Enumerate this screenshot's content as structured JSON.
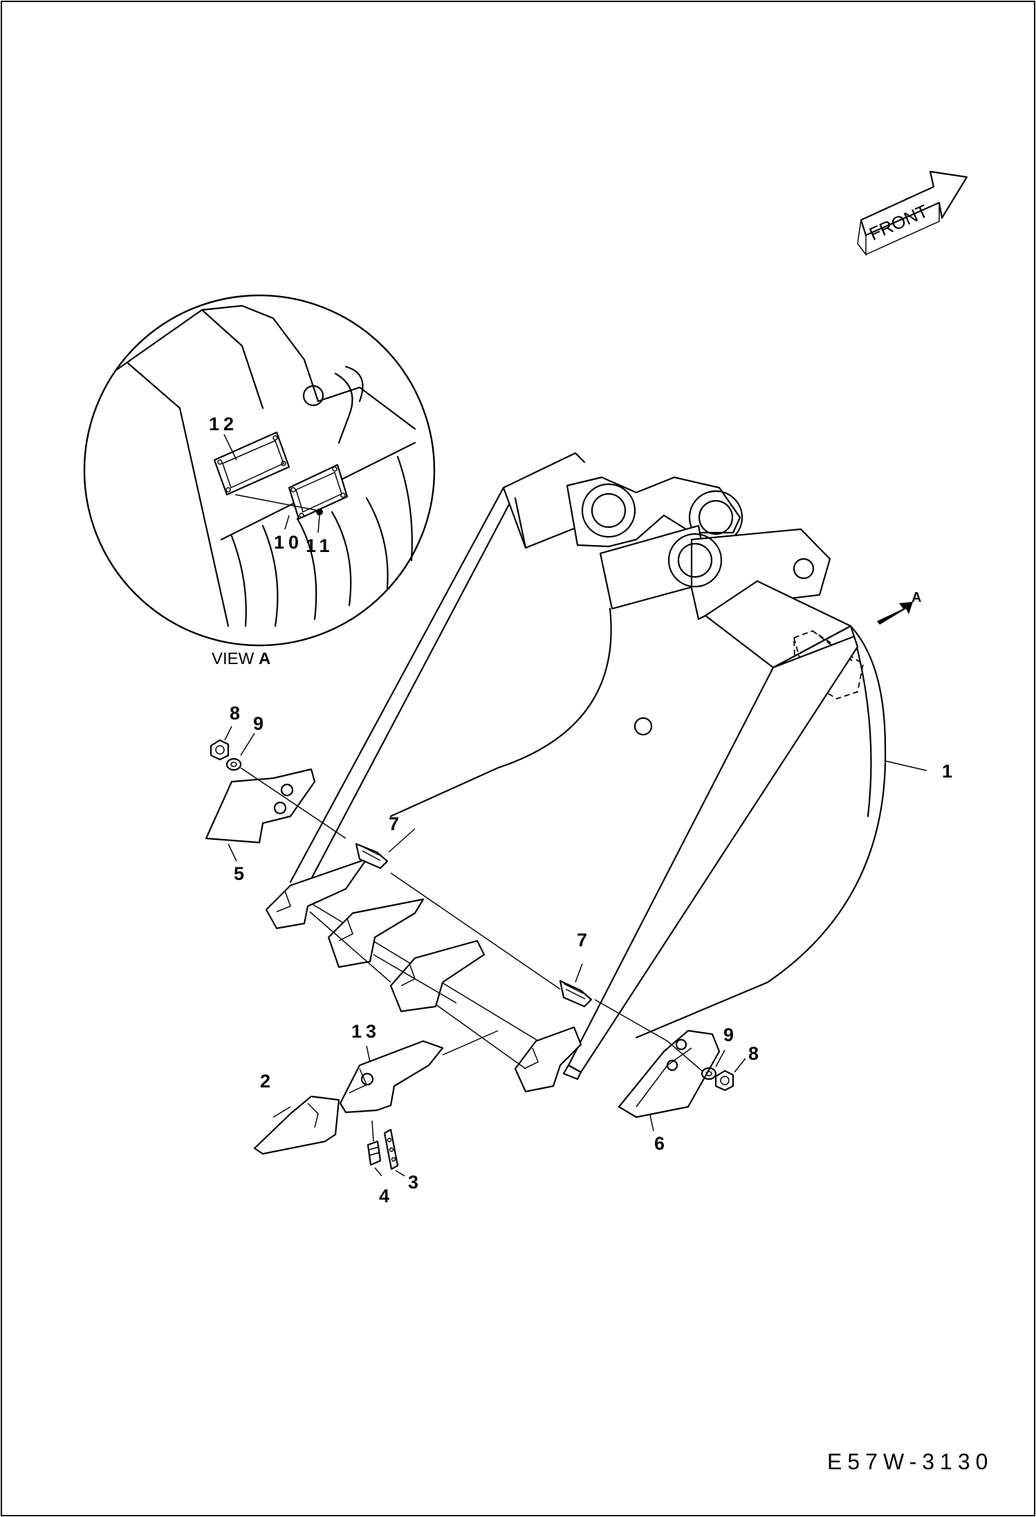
{
  "drawing": {
    "front_label": "FRONT",
    "view_label": "VIEW",
    "view_letter": "A",
    "view_arrow_letter": "A",
    "drawing_number": "E57W-3130",
    "callouts": {
      "c1": "1",
      "c2": "2",
      "c3": "3",
      "c4": "4",
      "c5": "5",
      "c6": "6",
      "c7a": "7",
      "c7b": "7",
      "c8a": "8",
      "c8b": "8",
      "c9a": "9",
      "c9b": "9",
      "c10": "10",
      "c11": "11",
      "c12": "12",
      "c13": "13"
    }
  }
}
